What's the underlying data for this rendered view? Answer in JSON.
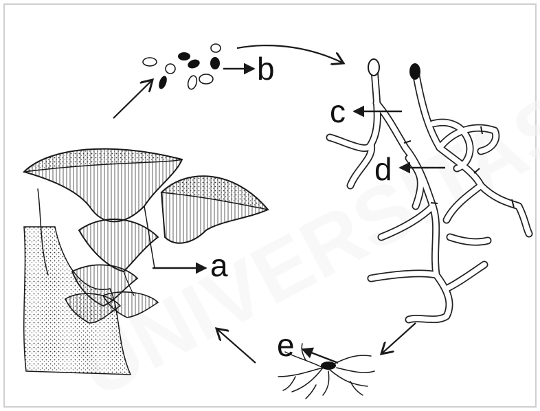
{
  "labels": {
    "a": "a",
    "b": "b",
    "c": "c",
    "d": "d",
    "e": "e"
  },
  "watermark": "UNIVERSITAS",
  "colors": {
    "ink": "#1a1a1a",
    "background": "#ffffff",
    "frame": "#cfcfcf"
  },
  "icons": {
    "cycle_arrows": "arrow-icon",
    "pointer_arrows": "pointer-arrow-icon"
  }
}
